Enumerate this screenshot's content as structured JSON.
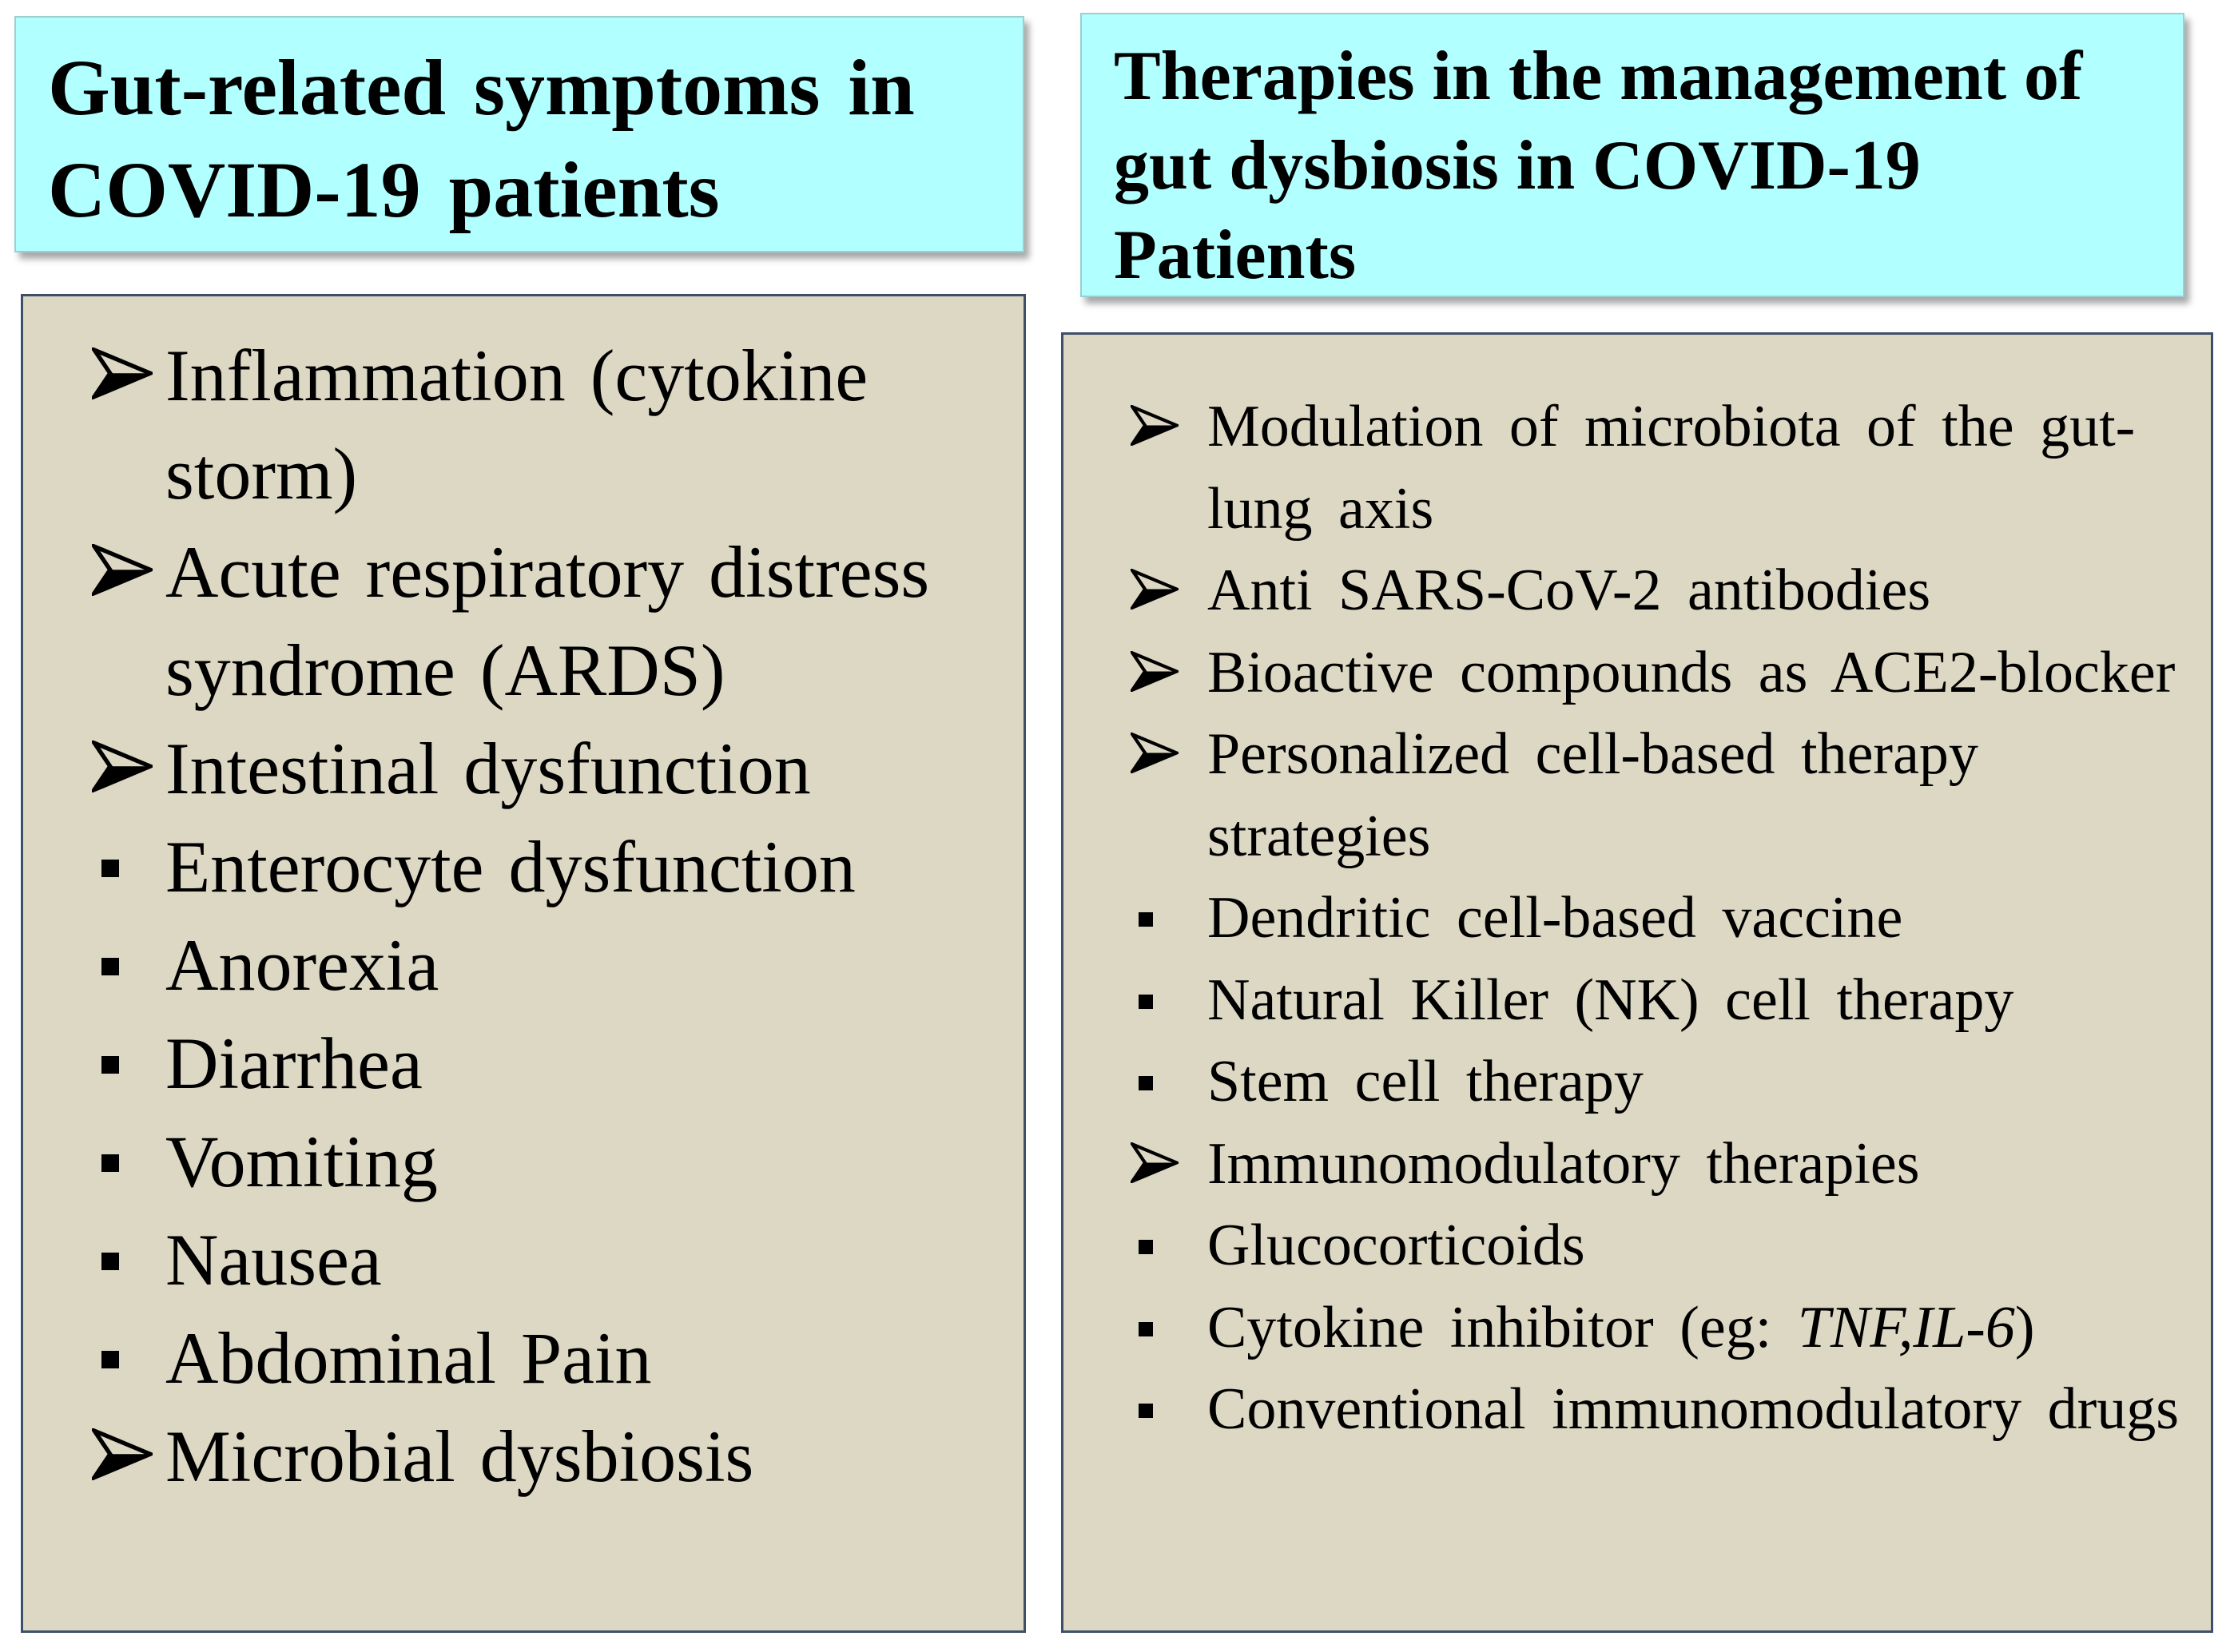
{
  "left": {
    "title": "Gut-related symptoms in COVID-19 patients",
    "items": [
      {
        "marker": "arrow",
        "text": "Inflammation (cytokine storm)"
      },
      {
        "marker": "arrow",
        "text": "Acute respiratory distress syndrome (ARDS)"
      },
      {
        "marker": "arrow",
        "text": "Intestinal dysfunction"
      },
      {
        "marker": "square",
        "text": "Enterocyte dysfunction"
      },
      {
        "marker": "square",
        "text": "Anorexia"
      },
      {
        "marker": "square",
        "text": "Diarrhea"
      },
      {
        "marker": "square",
        "text": "Vomiting"
      },
      {
        "marker": "square",
        "text": "Nausea"
      },
      {
        "marker": "square",
        "text": "Abdominal Pain"
      },
      {
        "marker": "arrow",
        "text": "Microbial dysbiosis"
      }
    ]
  },
  "right": {
    "title": "Therapies in the management of gut dysbiosis in COVID-19 Patients",
    "items": [
      {
        "marker": "arrow",
        "text": "Modulation of microbiota of the gut-lung axis"
      },
      {
        "marker": "arrow",
        "text": "Anti SARS-CoV-2 antibodies"
      },
      {
        "marker": "arrow",
        "text": "Bioactive compounds as ACE2-blocker"
      },
      {
        "marker": "arrow",
        "text": "Personalized cell-based therapy strategies"
      },
      {
        "marker": "square",
        "text": "Dendritic cell-based vaccine"
      },
      {
        "marker": "square",
        "text": "Natural Killer (NK) cell therapy"
      },
      {
        "marker": "square",
        "text": "Stem cell therapy"
      },
      {
        "marker": "arrow",
        "text": "Immunomodulatory therapies"
      },
      {
        "marker": "square",
        "text": "Glucocorticoids"
      },
      {
        "marker": "square",
        "text": "Cytokine inhibitor (eg: ",
        "italic": "TNF,IL-6",
        "suffix": ")"
      },
      {
        "marker": "square",
        "text": "Conventional immunomodulatory drugs"
      }
    ]
  },
  "colors": {
    "header_fill": "#b1ffff",
    "panel_fill": "#ddd8c4",
    "panel_border": "#3e4f6a"
  },
  "icons": {
    "arrow": "arrow-bullet-icon",
    "square": "square-bullet-icon"
  }
}
